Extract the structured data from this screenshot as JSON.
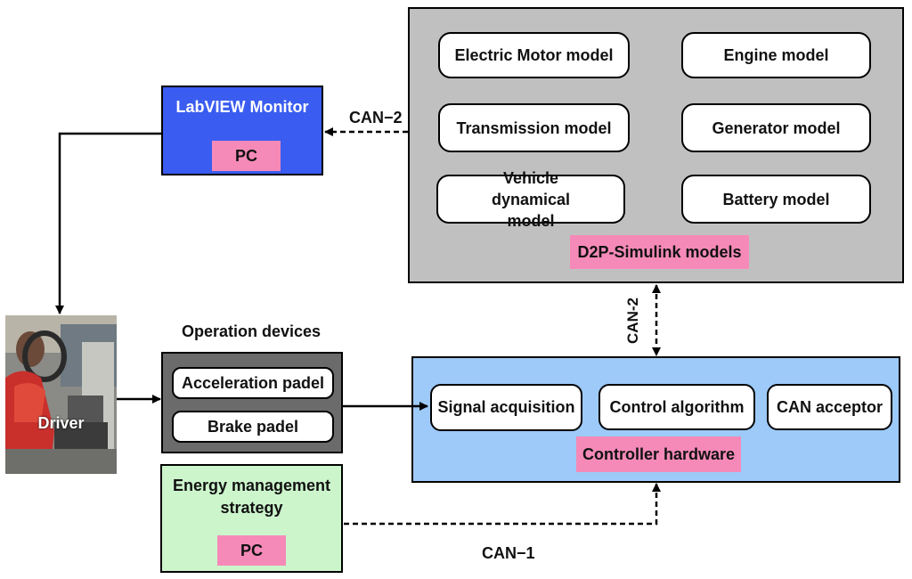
{
  "colors": {
    "sim_panel": "#c0c0c0",
    "labview": "#3a5cf0",
    "controller": "#9dcaf8",
    "operation_panel": "#6b6b6b",
    "energy": "#ccf5cc",
    "pink_label": "#f58ab8"
  },
  "simulink": {
    "models": [
      "Electric Motor model",
      "Engine model",
      "Transmission model",
      "Generator model",
      "Vehicle dynamical model",
      "Battery model"
    ],
    "label": "D2P-Simulink models"
  },
  "labview": {
    "title": "LabVIEW Monitor",
    "pc_label": "PC"
  },
  "links": {
    "sim_to_labview": "CAN−2",
    "sim_to_controller": "CAN-2",
    "energy_to_controller": "CAN−1"
  },
  "driver": {
    "label": "Driver"
  },
  "operation_devices": {
    "title": "Operation devices",
    "items": [
      "Acceleration padel",
      "Brake padel"
    ]
  },
  "controller": {
    "items": [
      "Signal acquisition",
      "Control algorithm",
      "CAN acceptor"
    ],
    "label": "Controller hardware"
  },
  "energy": {
    "title": "Energy management strategy",
    "pc_label": "PC"
  }
}
